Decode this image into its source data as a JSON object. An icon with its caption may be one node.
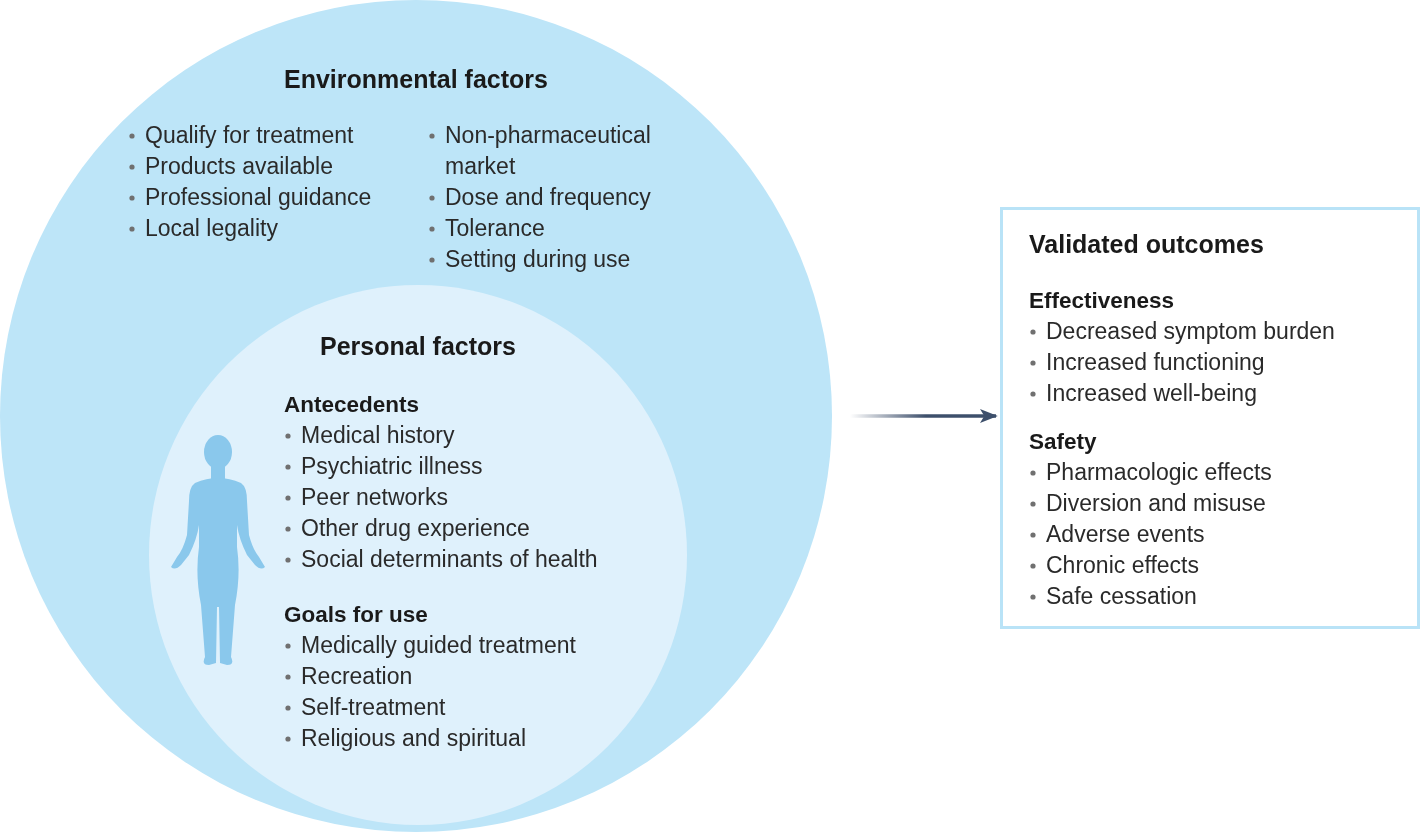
{
  "diagram": {
    "nodes": [
      {
        "text": [
          "Environmental factors",
          "Qualify for treatment",
          "Products available",
          "Professional guidance",
          "Local legality",
          "Non-pharmaceutical market",
          "Dose and frequency",
          "Tolerance",
          "Setting during use"
        ]
      },
      {
        "text": [
          "Personal factors",
          "Antecedents",
          "Medical history",
          "Psychiatric illness",
          "Peer networks",
          "Other drug experience",
          "Social determinants of health",
          "Goals for use",
          "Medically guided treatment",
          "Recreation",
          "Self-treatment",
          "Religious and spiritual"
        ],
        "in": 0
      },
      {
        "text": [
          "Validated outcomes",
          "Effectiveness",
          "Decreased symptom burden",
          "Increased functioning",
          "Increased well-being",
          "Safety",
          "Pharmacologic effects",
          "Diversion and misuse",
          "Adverse events",
          "Chronic effects",
          "Safe cessation"
        ]
      }
    ],
    "edges": [
      {
        "from": 0,
        "to": 2,
        "arrow": "to"
      }
    ]
  }
}
